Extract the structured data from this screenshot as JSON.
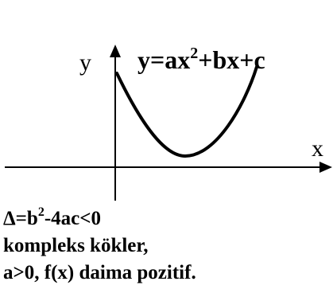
{
  "axes": {
    "x_label": "x",
    "y_label": "y"
  },
  "equation": {
    "prefix": "y=ax",
    "exponent": "2",
    "suffix": "+bx+c"
  },
  "caption": {
    "discriminant_prefix": "Δ=b",
    "discriminant_exponent": "2",
    "discriminant_suffix": "-4ac<0",
    "line2": "kompleks kökler,",
    "line3": "a>0, f(x) daima pozitif."
  },
  "colors": {
    "ink": "#000000",
    "background": "#ffffff"
  }
}
